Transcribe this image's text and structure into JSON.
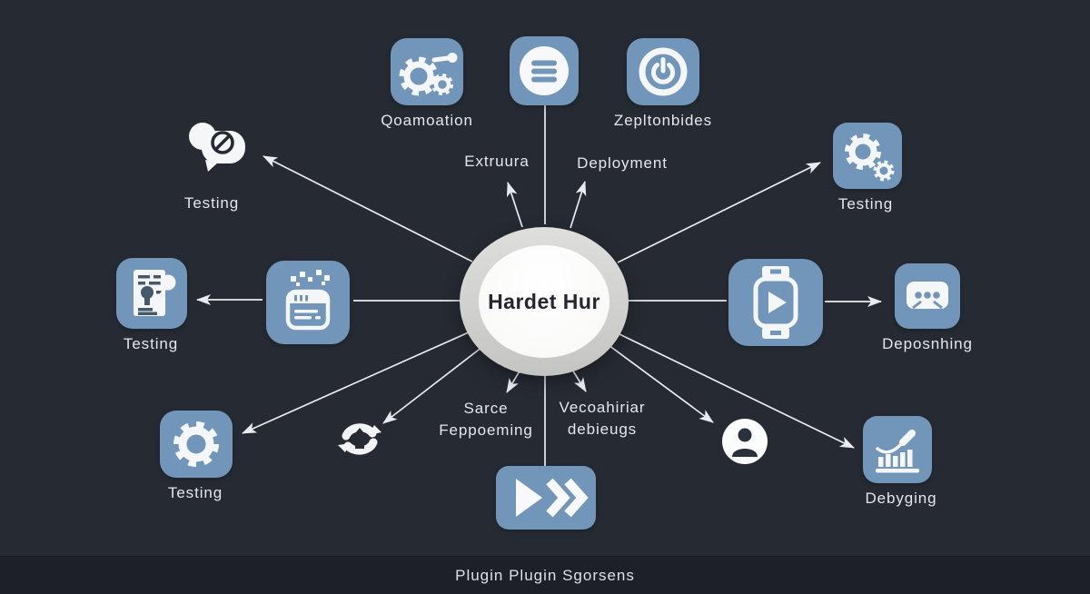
{
  "center": {
    "title": "Hardet Hur"
  },
  "footer": {
    "text": "Plugin Plugin Sgorsens"
  },
  "labels": {
    "qoamoation": "Qoamoation",
    "zepltonbides": "Zepltonbides",
    "extruura": "Extruura",
    "deployment": "Deployment",
    "testing_top_left": "Testing",
    "testing_left": "Testing",
    "testing_top_right": "Testing",
    "testing_bottom_left": "Testing",
    "deposnhing": "Deposnhing",
    "debyging": "Debyging",
    "sarce_line1": "Sarce",
    "sarce_line2": "Feppoeming",
    "veco_line1": "Vecoahiriar",
    "veco_line2": "debieugs"
  },
  "icons": [
    "gears-settings-icon",
    "menu-circle-icon",
    "power-icon",
    "chat-blocked-icon",
    "document-search-icon",
    "calendar-app-icon",
    "gear-icon",
    "sync-refresh-icon",
    "play-forward-icon",
    "smartwatch-play-icon",
    "chat-dots-icon",
    "person-icon",
    "bar-chart-trend-icon",
    "gears-pair-icon"
  ],
  "colors": {
    "background": "#262b33",
    "footer_background": "#1d2127",
    "icon_box": "#7295ba",
    "icon_glyph": "#f4f6f7",
    "connector": "#e9ecee",
    "hub_ring": "#d3d3d1",
    "hub_inner": "#fbfbfa",
    "label_text": "#e4e7ea",
    "hub_text": "#23272e"
  }
}
